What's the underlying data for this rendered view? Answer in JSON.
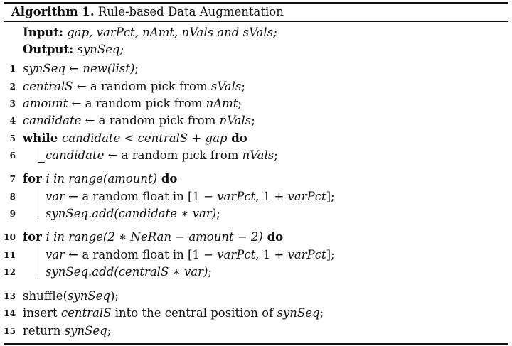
{
  "algorithm": {
    "label": "Algorithm 1.",
    "title": "Rule-based Data Augmentation",
    "input_kw": "Input:",
    "input_text": "gap, varPct, nAmt, nVals and sVals;",
    "output_kw": "Output:",
    "output_text": "synSeq;",
    "lines": [
      {
        "n": "1",
        "parts": [
          {
            "t": "synSeq",
            "s": "m"
          },
          {
            "t": " ← ",
            "s": ""
          },
          {
            "t": "new(list)",
            "s": "m"
          },
          {
            "t": ";",
            "s": ""
          }
        ]
      },
      {
        "n": "2",
        "parts": [
          {
            "t": "centralS",
            "s": "m"
          },
          {
            "t": " ← a random pick from ",
            "s": ""
          },
          {
            "t": "sVals",
            "s": "m"
          },
          {
            "t": ";",
            "s": ""
          }
        ]
      },
      {
        "n": "3",
        "parts": [
          {
            "t": "amount",
            "s": "m"
          },
          {
            "t": " ← a random pick from ",
            "s": ""
          },
          {
            "t": "nAmt",
            "s": "m"
          },
          {
            "t": ";",
            "s": ""
          }
        ]
      },
      {
        "n": "4",
        "parts": [
          {
            "t": "candidate",
            "s": "m"
          },
          {
            "t": " ← a random pick from ",
            "s": ""
          },
          {
            "t": "nVals",
            "s": "m"
          },
          {
            "t": ";",
            "s": ""
          }
        ]
      },
      {
        "n": "5",
        "parts": [
          {
            "t": "while ",
            "s": "kw"
          },
          {
            "t": "candidate < centralS + gap",
            "s": "m"
          },
          {
            "t": " do",
            "s": "kw"
          }
        ]
      },
      {
        "n": "6",
        "parts": [
          {
            "t": "candidate",
            "s": "m"
          },
          {
            "t": " ← a random pick from ",
            "s": ""
          },
          {
            "t": "nVals",
            "s": "m"
          },
          {
            "t": ";",
            "s": ""
          }
        ]
      },
      {
        "n": "7",
        "parts": [
          {
            "t": "for ",
            "s": "kw"
          },
          {
            "t": "i in range(amount)",
            "s": "m"
          },
          {
            "t": " do",
            "s": "kw"
          }
        ]
      },
      {
        "n": "8",
        "parts": [
          {
            "t": "var",
            "s": "m"
          },
          {
            "t": " ← a random float in [1 − ",
            "s": ""
          },
          {
            "t": "varPct",
            "s": "m"
          },
          {
            "t": ", 1 + ",
            "s": ""
          },
          {
            "t": "varPct",
            "s": "m"
          },
          {
            "t": "];",
            "s": ""
          }
        ]
      },
      {
        "n": "9",
        "parts": [
          {
            "t": "synSeq.add(candidate ∗ var)",
            "s": "m"
          },
          {
            "t": ";",
            "s": ""
          }
        ]
      },
      {
        "n": "10",
        "parts": [
          {
            "t": "for ",
            "s": "kw"
          },
          {
            "t": "i in range(2 ∗ NeRan − amount − 2)",
            "s": "m"
          },
          {
            "t": " do",
            "s": "kw"
          }
        ]
      },
      {
        "n": "11",
        "parts": [
          {
            "t": "var",
            "s": "m"
          },
          {
            "t": " ← a random float in [1 − ",
            "s": ""
          },
          {
            "t": "varPct",
            "s": "m"
          },
          {
            "t": ", 1 + ",
            "s": ""
          },
          {
            "t": "varPct",
            "s": "m"
          },
          {
            "t": "];",
            "s": ""
          }
        ]
      },
      {
        "n": "12",
        "parts": [
          {
            "t": "synSeq.add(centralS ∗ var)",
            "s": "m"
          },
          {
            "t": ";",
            "s": ""
          }
        ]
      },
      {
        "n": "13",
        "parts": [
          {
            "t": "shuffle(",
            "s": ""
          },
          {
            "t": "synSeq",
            "s": "m"
          },
          {
            "t": ");",
            "s": ""
          }
        ]
      },
      {
        "n": "14",
        "parts": [
          {
            "t": "insert ",
            "s": ""
          },
          {
            "t": "centralS",
            "s": "m"
          },
          {
            "t": " into the central position of ",
            "s": ""
          },
          {
            "t": "synSeq",
            "s": "m"
          },
          {
            "t": ";",
            "s": ""
          }
        ]
      },
      {
        "n": "15",
        "parts": [
          {
            "t": "return ",
            "s": ""
          },
          {
            "t": "synSeq",
            "s": "m"
          },
          {
            "t": ";",
            "s": ""
          }
        ]
      }
    ]
  }
}
